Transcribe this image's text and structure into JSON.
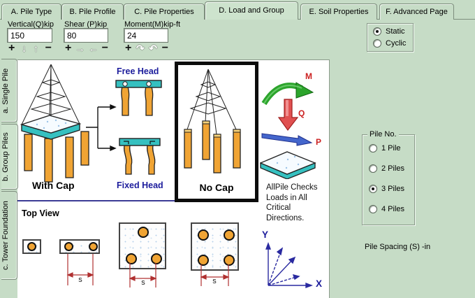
{
  "tabs": [
    {
      "label": "A. Pile Type"
    },
    {
      "label": "B. Pile Profile"
    },
    {
      "label": "C. Pile Properties"
    },
    {
      "label": "D. Load and Group",
      "active": true
    },
    {
      "label": "E. Soil Properties"
    },
    {
      "label": "F. Advanced Page"
    }
  ],
  "loads": {
    "fields": [
      {
        "label": "Vertical(Q)kip",
        "value": "150",
        "spin": [
          "+",
          "↓",
          "↑",
          "−"
        ]
      },
      {
        "label": "Shear (P)kip",
        "value": "80",
        "spin": [
          "+",
          "→",
          "←",
          "−"
        ]
      },
      {
        "label": "Moment(M)kip-ft",
        "value": "24",
        "spin": [
          "+",
          "↷",
          "↶",
          "−"
        ]
      }
    ],
    "type_group": {
      "options": [
        "Static",
        "Cyclic"
      ],
      "selected": "Static"
    }
  },
  "side_tabs": [
    {
      "label": "a. Single Pile"
    },
    {
      "label": "b. Group Piles",
      "active": true
    },
    {
      "label": "c. Tower Foundation"
    }
  ],
  "diagram": {
    "with_cap": "With Cap",
    "free_head": "Free Head",
    "fixed_head": "Fixed Head",
    "no_cap": "No Cap",
    "m_label": "M",
    "q_label": "Q",
    "p_label": "P",
    "note_line1": "AllPile Checks",
    "note_line2": "Loads in All",
    "note_line3": "Critical",
    "note_line4": "Directions.",
    "top_view": "Top View",
    "s_label": "s",
    "x_axis": "X",
    "y_axis": "Y"
  },
  "pile_no": {
    "title": "Pile No.",
    "options": [
      "1 Pile",
      "2 Piles",
      "3 Piles",
      "4 Piles"
    ],
    "selected": "3 Piles"
  },
  "pile_spacing_label": "Pile Spacing (S) -in",
  "colors": {
    "background": "#c6dcc6",
    "panel": "#ffffff",
    "cap_teal": "#35c0c0",
    "pile_orange": "#f0a434",
    "label_navy": "#1c1c9c",
    "label_red": "#cc2222",
    "arrow_green": "#2ca42c",
    "arrow_red": "#e05050",
    "arrow_blue": "#4466cc",
    "dimension_red": "#b03030",
    "selection_border": "#0c0c0c"
  }
}
